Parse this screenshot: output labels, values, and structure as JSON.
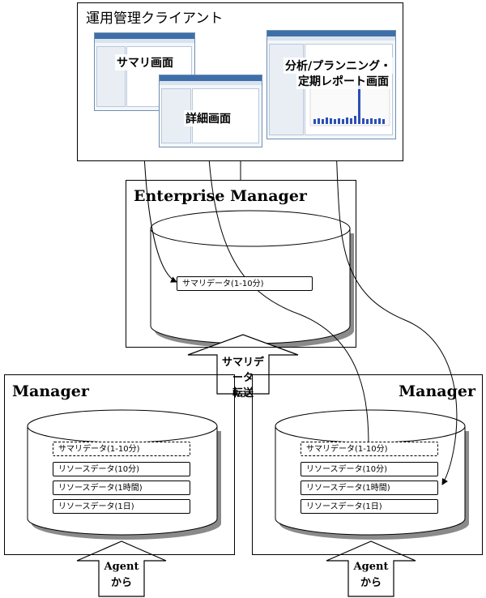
{
  "client": {
    "title": "運用管理クライアント",
    "screens": [
      {
        "label": "サマリ画面"
      },
      {
        "label": "詳細画面"
      },
      {
        "label_line1": "分析/プランニング・",
        "label_line2": "定期レポート画面"
      }
    ]
  },
  "enterprise_manager": {
    "title": "Enterprise Manager",
    "item": "サマリデータ(1-10分)"
  },
  "transfer": {
    "line1": "サマリデータ",
    "line2": "転送"
  },
  "managers": [
    {
      "title": "Manager",
      "items": [
        "サマリデータ(1-10分)",
        "リソースデータ(10分)",
        "リソースデータ(1時間)",
        "リソースデータ(1日)"
      ],
      "agent_line1": "Agent",
      "agent_line2": "から"
    },
    {
      "title": "Manager",
      "items": [
        "サマリデータ(1-10分)",
        "リソースデータ(10分)",
        "リソースデータ(1時間)",
        "リソースデータ(1日)"
      ],
      "agent_line1": "Agent",
      "agent_line2": "から"
    }
  ]
}
